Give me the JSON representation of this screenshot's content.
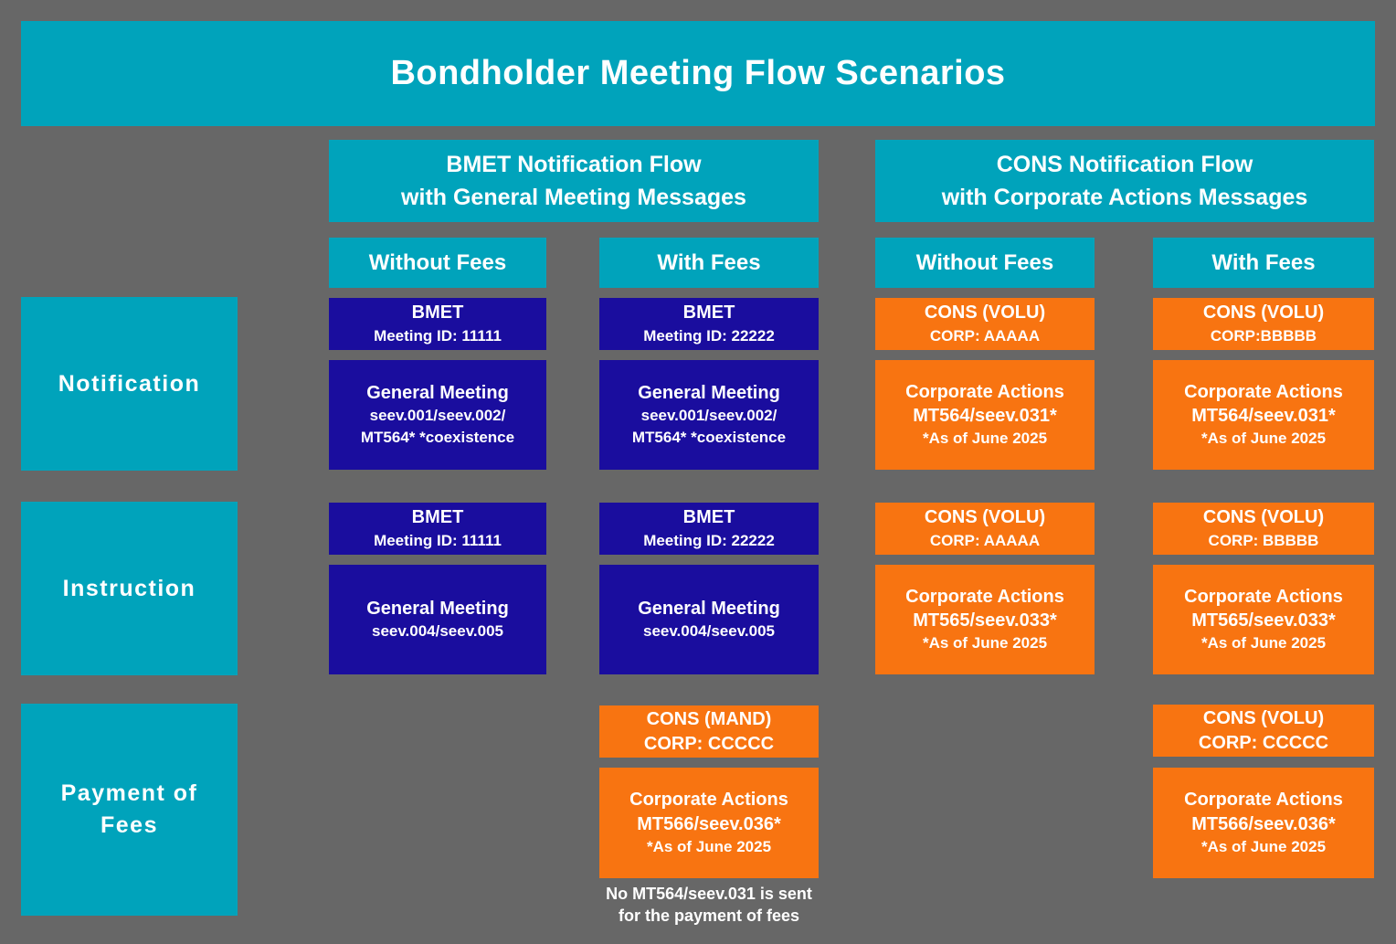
{
  "colors": {
    "background": "#676767",
    "teal": "#00A3BB",
    "navy": "#1A0D9E",
    "orange": "#F87411",
    "text": "#FFFFFF"
  },
  "title": "Bondholder Meeting Flow Scenarios",
  "groups": {
    "bmet": {
      "line1": "BMET Notification Flow",
      "line2": "with General Meeting Messages"
    },
    "cons": {
      "line1": "CONS Notification Flow",
      "line2": "with Corporate Actions Messages"
    }
  },
  "column_headers": [
    "Without Fees",
    "With Fees",
    "Without Fees",
    "With Fees"
  ],
  "row_labels": [
    "Notification",
    "Instruction",
    "Payment of Fees"
  ],
  "cells": {
    "notification": [
      {
        "top": [
          "BMET",
          "Meeting ID: 11111"
        ],
        "main": [
          "General Meeting",
          "seev.001/seev.002/",
          "MT564* *coexistence"
        ]
      },
      {
        "top": [
          "BMET",
          "Meeting ID: 22222"
        ],
        "main": [
          "General Meeting",
          "seev.001/seev.002/",
          "MT564* *coexistence"
        ]
      },
      {
        "top": [
          "CONS (VOLU)",
          "CORP: AAAAA"
        ],
        "main": [
          "Corporate Actions",
          "MT564/seev.031*",
          "*As of June 2025"
        ]
      },
      {
        "top": [
          "CONS (VOLU)",
          "CORP:BBBBB"
        ],
        "main": [
          "Corporate Actions",
          "MT564/seev.031*",
          "*As of June 2025"
        ]
      }
    ],
    "instruction": [
      {
        "top": [
          "BMET",
          "Meeting ID: 11111"
        ],
        "main": [
          "General Meeting",
          "seev.004/seev.005"
        ]
      },
      {
        "top": [
          "BMET",
          "Meeting ID: 22222"
        ],
        "main": [
          "General Meeting",
          "seev.004/seev.005"
        ]
      },
      {
        "top": [
          "CONS (VOLU)",
          "CORP: AAAAA"
        ],
        "main": [
          "Corporate Actions",
          "MT565/seev.033*",
          "*As of June 2025"
        ]
      },
      {
        "top": [
          "CONS (VOLU)",
          "CORP: BBBBB"
        ],
        "main": [
          "Corporate Actions",
          "MT565/seev.033*",
          "*As of June 2025"
        ]
      }
    ],
    "payment": {
      "bmet_with_fees": {
        "top": [
          "CONS (MAND)",
          "CORP: CCCCC"
        ],
        "main": [
          "Corporate Actions",
          "MT566/seev.036*",
          "*As of June 2025"
        ]
      },
      "cons_with_fees": {
        "top": [
          "CONS (VOLU)",
          "CORP: CCCCC"
        ],
        "main": [
          "Corporate Actions",
          "MT566/seev.036*",
          "*As of June 2025"
        ]
      },
      "note": {
        "line1": "No MT564/seev.031 is sent",
        "line2": "for the payment of fees"
      }
    }
  }
}
